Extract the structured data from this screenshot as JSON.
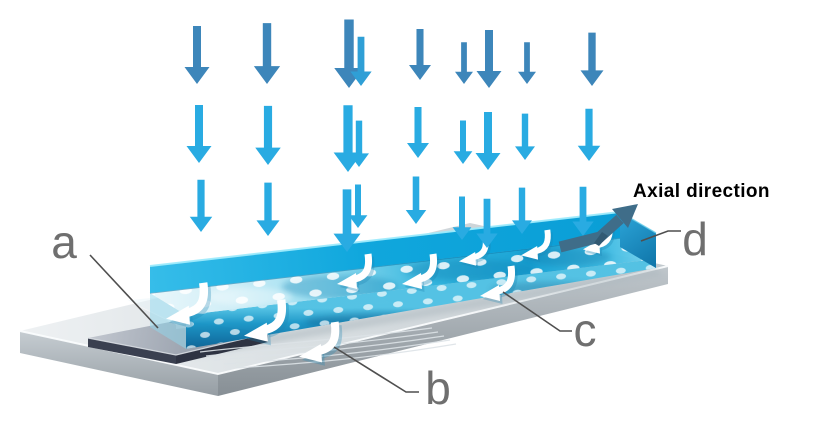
{
  "figure": {
    "type": "scientific-diagram",
    "beam_arrow_rows": 3,
    "beam_arrows_per_row": 9,
    "flow_arrow_count": 9
  },
  "labels": {
    "a": "a",
    "b": "b",
    "c": "c",
    "d": "d"
  },
  "annotations": {
    "axial_direction": "Axial direction"
  },
  "icons": {
    "laser_beam_arrow": "downward-arrow",
    "flow_arrow": "curved-hook-arrow",
    "axial_arrow": "bent-arrow-up-right"
  },
  "colors": {
    "beam_row1": "#3d86ba",
    "beam_row2_3": "#29abe2",
    "beam_overlap": "#2f9fd6",
    "liquid_wall": "#14a9dc",
    "liquid_front": "#1286bd",
    "liquid_surface": "#7fd4ec",
    "bubble": "#ffffff",
    "flow_arrow": "#ffffff",
    "flow_arrow_shadow": "#1d84b4",
    "base_top": "#d7dde0",
    "base_side": "#99a1a7",
    "sample_top": "#a6adb8",
    "sample_side": "#3a4050",
    "axial_arrow": "#3f6d89",
    "label": "#6f6f6f",
    "annotation": "#000000"
  }
}
